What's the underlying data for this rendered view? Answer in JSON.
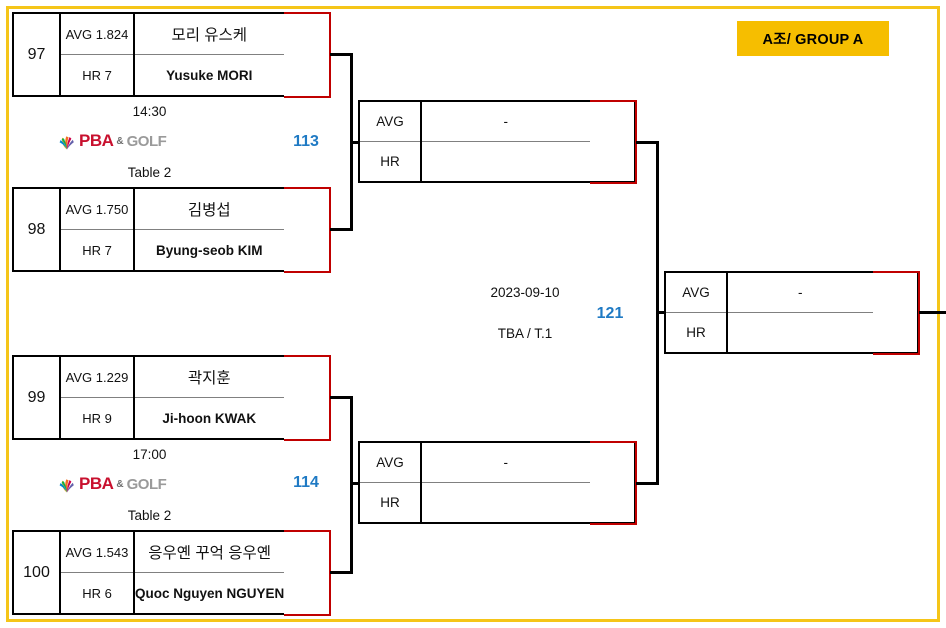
{
  "group_badge": {
    "label": "A조/ GROUP A",
    "bg": "#F6BE00",
    "text_color": "#000000"
  },
  "frame_color": "#F5C518",
  "accent": {
    "score_border": "#C00000",
    "match_number": "#1F7AC4",
    "divider": "#808080"
  },
  "logo": {
    "brand": "PBA",
    "amp": "&",
    "suffix": "GOLF"
  },
  "labels": {
    "avg": "AVG",
    "hr": "HR",
    "dash": "-"
  },
  "round1": [
    {
      "players": [
        {
          "seed": "97",
          "avg": "AVG 1.824",
          "hr": "HR 7",
          "name_kr": "모리 유스케",
          "name_en": "Yusuke MORI",
          "score": ""
        },
        {
          "seed": "98",
          "avg": "AVG 1.750",
          "hr": "HR 7",
          "name_kr": "김병섭",
          "name_en": "Byung-seob KIM",
          "score": ""
        }
      ],
      "time": "14:30",
      "table": "Table 2",
      "match_no": "113"
    },
    {
      "players": [
        {
          "seed": "99",
          "avg": "AVG 1.229",
          "hr": "HR 9",
          "name_kr": "곽지훈",
          "name_en": "Ji-hoon KWAK",
          "score": ""
        },
        {
          "seed": "100",
          "avg": "AVG 1.543",
          "hr": "HR 6",
          "name_kr": "응우옌 꾸억 응우옌",
          "name_en": "Quoc Nguyen NGUYEN",
          "score": ""
        }
      ],
      "time": "17:00",
      "table": "Table 2",
      "match_no": "114"
    }
  ],
  "semifinals": [
    {
      "avg_label": "AVG",
      "hr_label": "HR",
      "avg_value": "-",
      "hr_value": "",
      "score": ""
    },
    {
      "avg_label": "AVG",
      "hr_label": "HR",
      "avg_value": "-",
      "hr_value": "",
      "score": ""
    }
  ],
  "final_info": {
    "date": "2023-09-10",
    "table": "TBA / T.1",
    "match_no": "121"
  },
  "final": {
    "avg_label": "AVG",
    "hr_label": "HR",
    "avg_value": "-",
    "hr_value": "",
    "score": ""
  }
}
